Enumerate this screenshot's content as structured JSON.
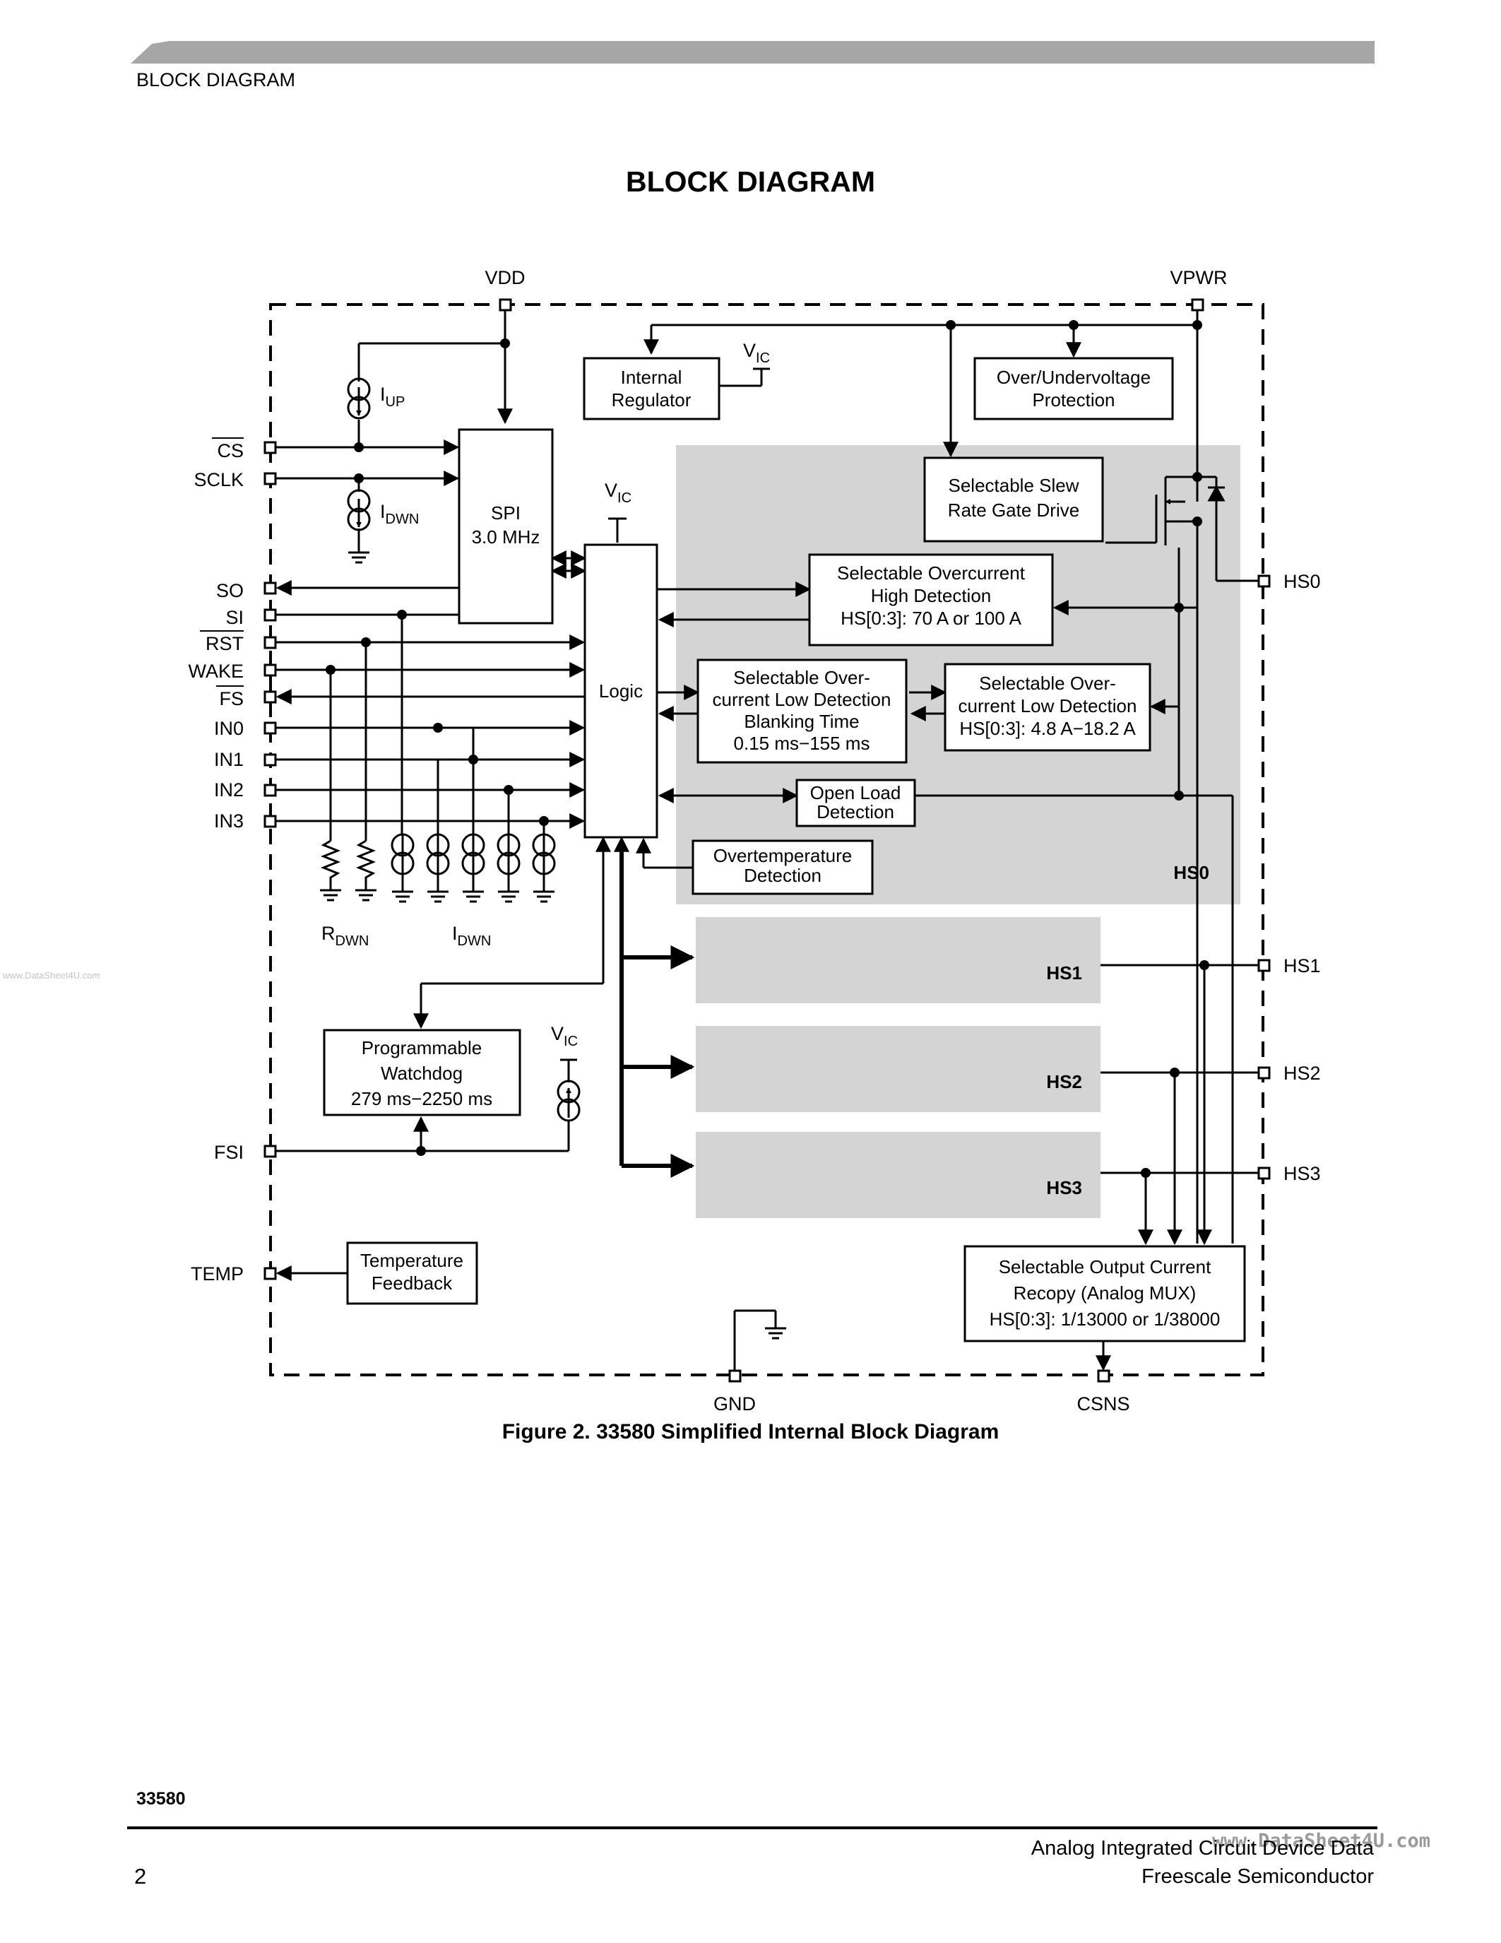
{
  "header": {
    "section_label": "BLOCK DIAGRAM"
  },
  "page_title": "BLOCK DIAGRAM",
  "pins": {
    "vdd": "VDD",
    "vpwr": "VPWR",
    "cs": "CS",
    "sclk": "SCLK",
    "so": "SO",
    "si": "SI",
    "rst": "RST",
    "wake": "WAKE",
    "fs": "FS",
    "in0": "IN0",
    "in1": "IN1",
    "in2": "IN2",
    "in3": "IN3",
    "fsi": "FSI",
    "temp": "TEMP",
    "gnd": "GND",
    "csns": "CSNS",
    "hs0": "HS0",
    "hs1": "HS1",
    "hs2": "HS2",
    "hs3": "HS3"
  },
  "blocks": {
    "internal_regulator": [
      "Internal",
      "Regulator"
    ],
    "overvoltage": [
      "Over/Undervoltage",
      "Protection"
    ],
    "spi": [
      "SPI",
      "3.0 MHz"
    ],
    "logic": "Logic",
    "slew": [
      "Selectable Slew",
      "Rate Gate Drive"
    ],
    "oc_high": [
      "Selectable Overcurrent",
      "High Detection",
      "HS[0:3]: 70 A or 100 A"
    ],
    "oc_blank": [
      "Selectable Over-",
      "current Low Detection",
      "Blanking Time",
      "0.15 ms−155 ms"
    ],
    "oc_low": [
      "Selectable Over-",
      "current Low Detection",
      "HS[0:3]: 4.8 A−18.2 A"
    ],
    "open_load": [
      "Open Load",
      "Detection"
    ],
    "overtemp": [
      "Overtemperature",
      "Detection"
    ],
    "watchdog": [
      "Programmable",
      "Watchdog",
      "279 ms−2250 ms"
    ],
    "temp_feedback": [
      "Temperature",
      "Feedback"
    ],
    "recopy": [
      "Selectable Output Current",
      "Recopy (Analog MUX)",
      "HS[0:3]: 1/13000 or 1/38000"
    ]
  },
  "labels": {
    "vic": {
      "main": "V",
      "sub": "IC"
    },
    "iup": {
      "main": "I",
      "sub": "UP"
    },
    "idwn": {
      "main": "I",
      "sub": "DWN"
    },
    "rdwn": {
      "main": "R",
      "sub": "DWN"
    },
    "hs0_region": "HS0",
    "hs1_region": "HS1",
    "hs2_region": "HS2",
    "hs3_region": "HS3"
  },
  "caption": "Figure 2. 33580 Simplified Internal Block Diagram",
  "footer": {
    "doc_number": "33580",
    "page_number": "2",
    "publication": "Analog Integrated Circuit Device Data",
    "publisher": "Freescale Semiconductor",
    "watermark": "www.DataSheet4U.com",
    "watermark_side": "www.DataSheet4U.com"
  }
}
